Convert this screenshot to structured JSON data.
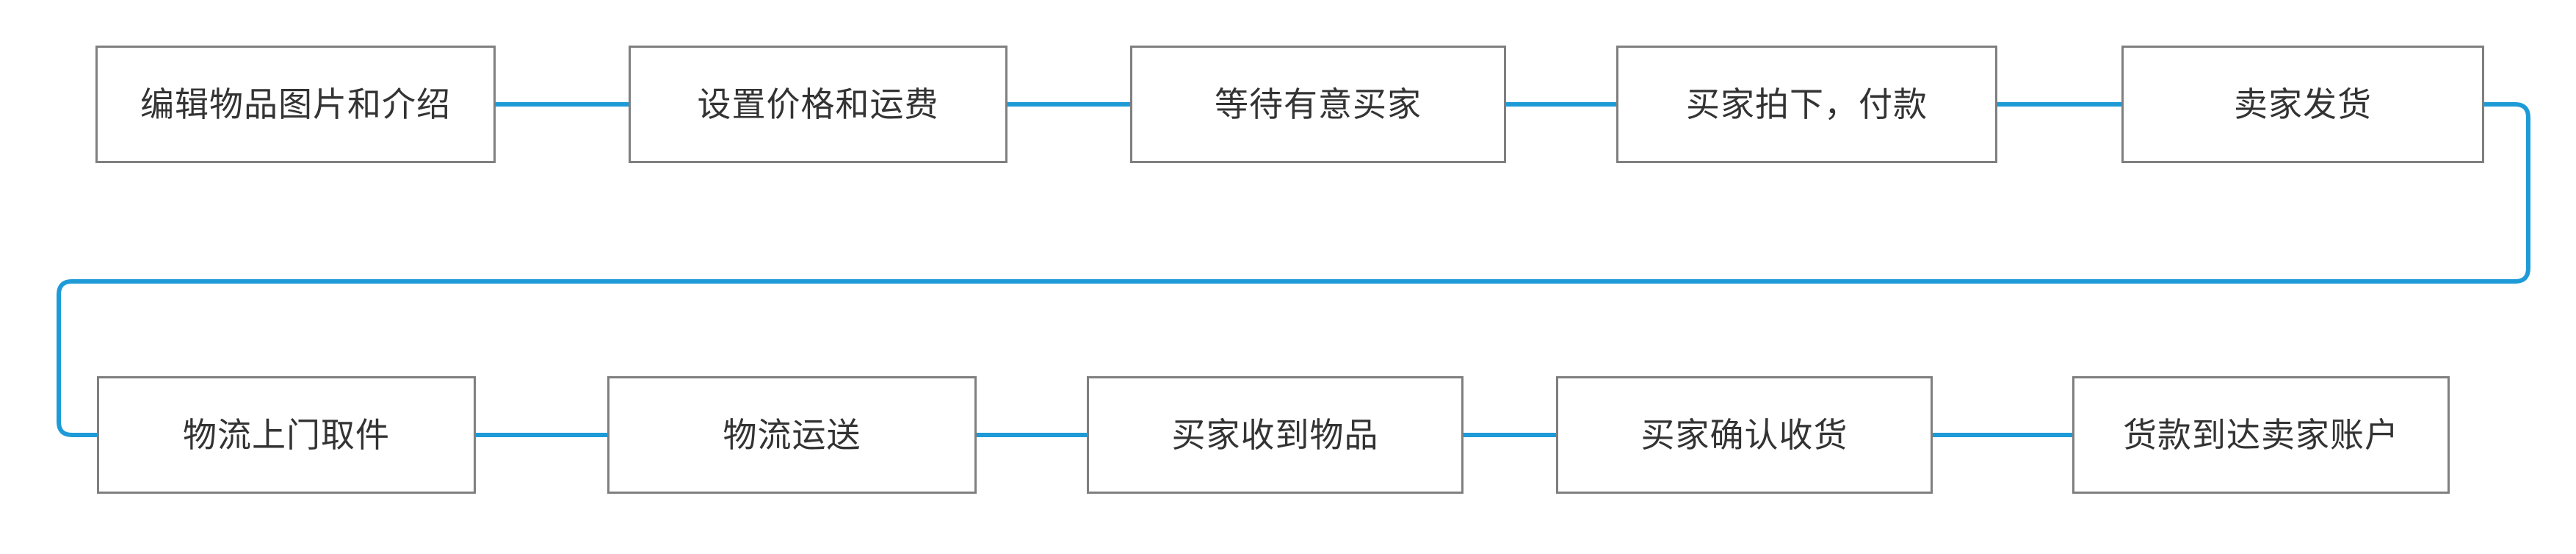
{
  "diagram": {
    "title": "second-hand-selling-flow",
    "type": "flowchart",
    "colors": {
      "connector_blue": "#1e9bd7",
      "box_border_gray": "#7f7f7f",
      "text_color": "#333333",
      "background": "#ffffff"
    }
  },
  "flow": {
    "top_row": [
      "编辑物品图片和介绍",
      "设置价格和运费",
      "等待有意买家",
      "买家拍下，付款",
      "卖家发货"
    ],
    "bottom_row": [
      "物流上门取件",
      "物流运送",
      "买家收到物品",
      "买家确认收货",
      "货款到达卖家账户"
    ],
    "sequence": [
      "编辑物品图片和介绍",
      "设置价格和运费",
      "等待有意买家",
      "买家拍下，付款",
      "卖家发货",
      "物流上门取件",
      "物流运送",
      "买家收到物品",
      "买家确认收货",
      "货款到达卖家账户"
    ]
  }
}
